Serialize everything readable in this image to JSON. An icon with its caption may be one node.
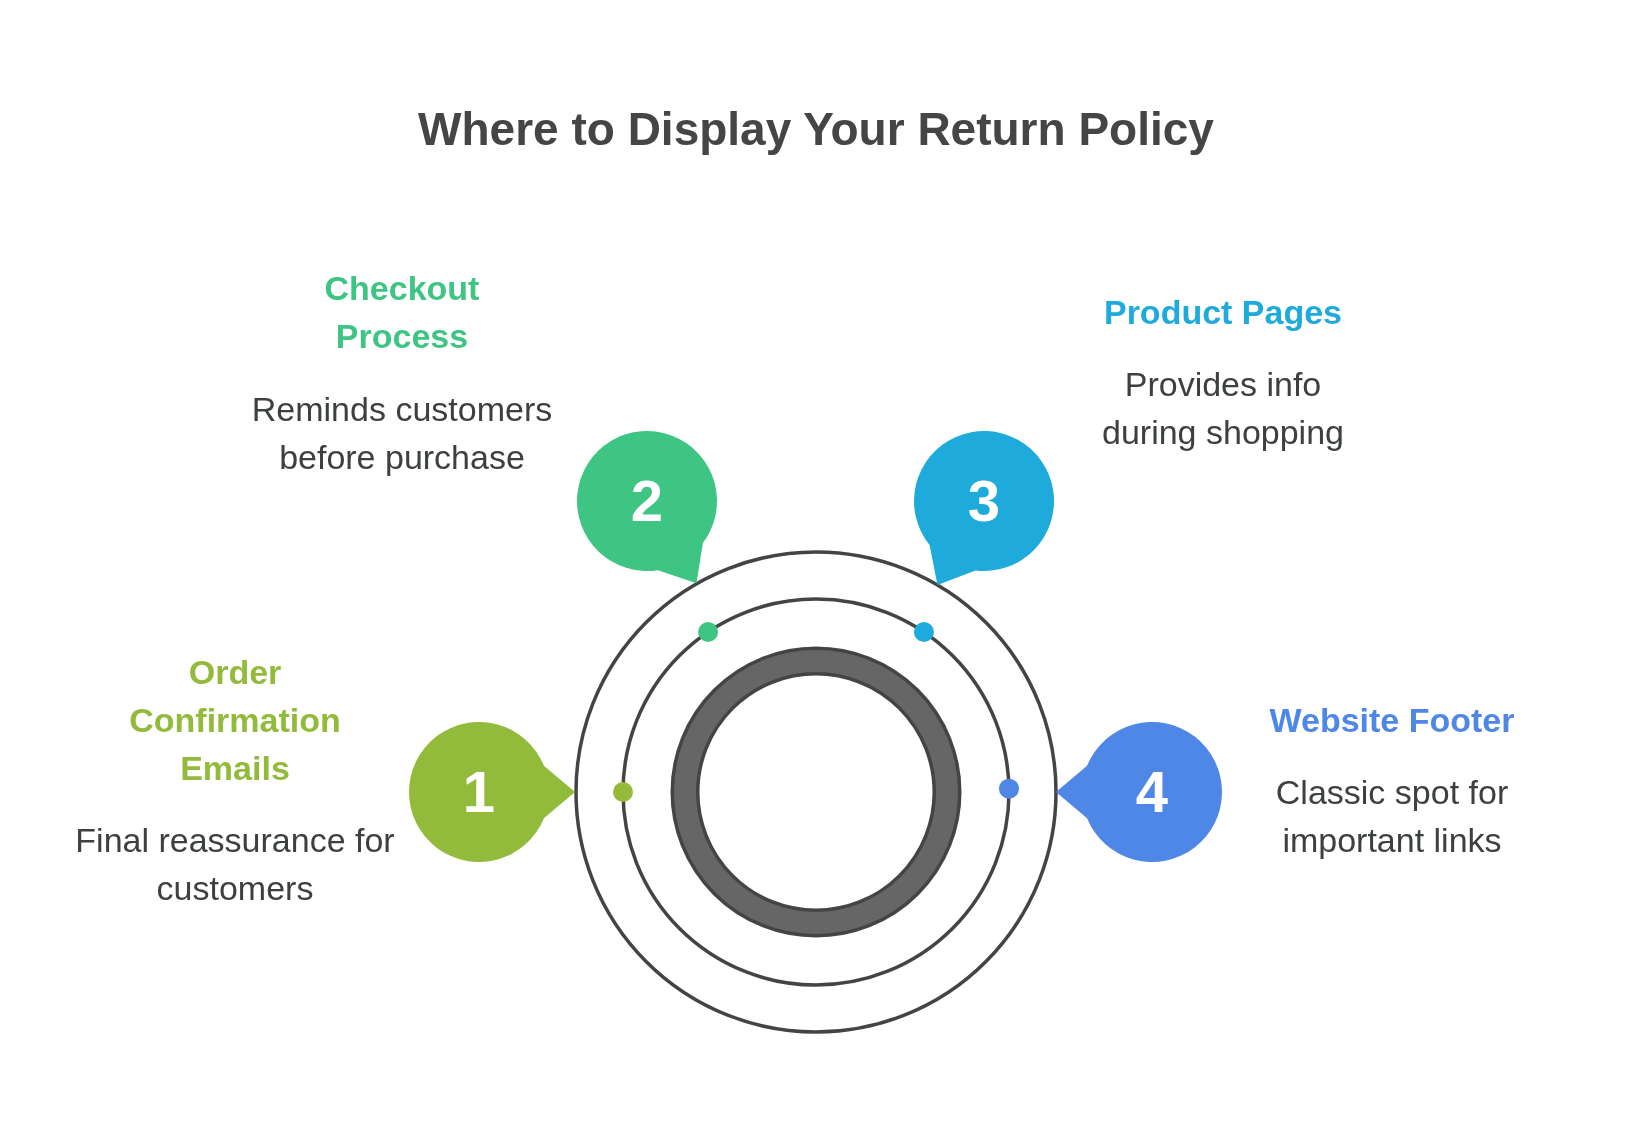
{
  "diagram": {
    "title": "Where to Display Your Return Policy",
    "nodes": [
      {
        "text": [
          "1"
        ],
        "beside": [
          "Order Confirmation Emails",
          "Final reassurance for customers"
        ]
      },
      {
        "text": [
          "2"
        ],
        "beside": [
          "Checkout Process",
          "Reminds customers before purchase"
        ]
      },
      {
        "text": [
          "3"
        ],
        "beside": [
          "Product Pages",
          "Provides info during shopping"
        ]
      },
      {
        "text": [
          "4"
        ],
        "beside": [
          "Website Footer",
          "Classic spot for important links"
        ]
      }
    ]
  }
}
